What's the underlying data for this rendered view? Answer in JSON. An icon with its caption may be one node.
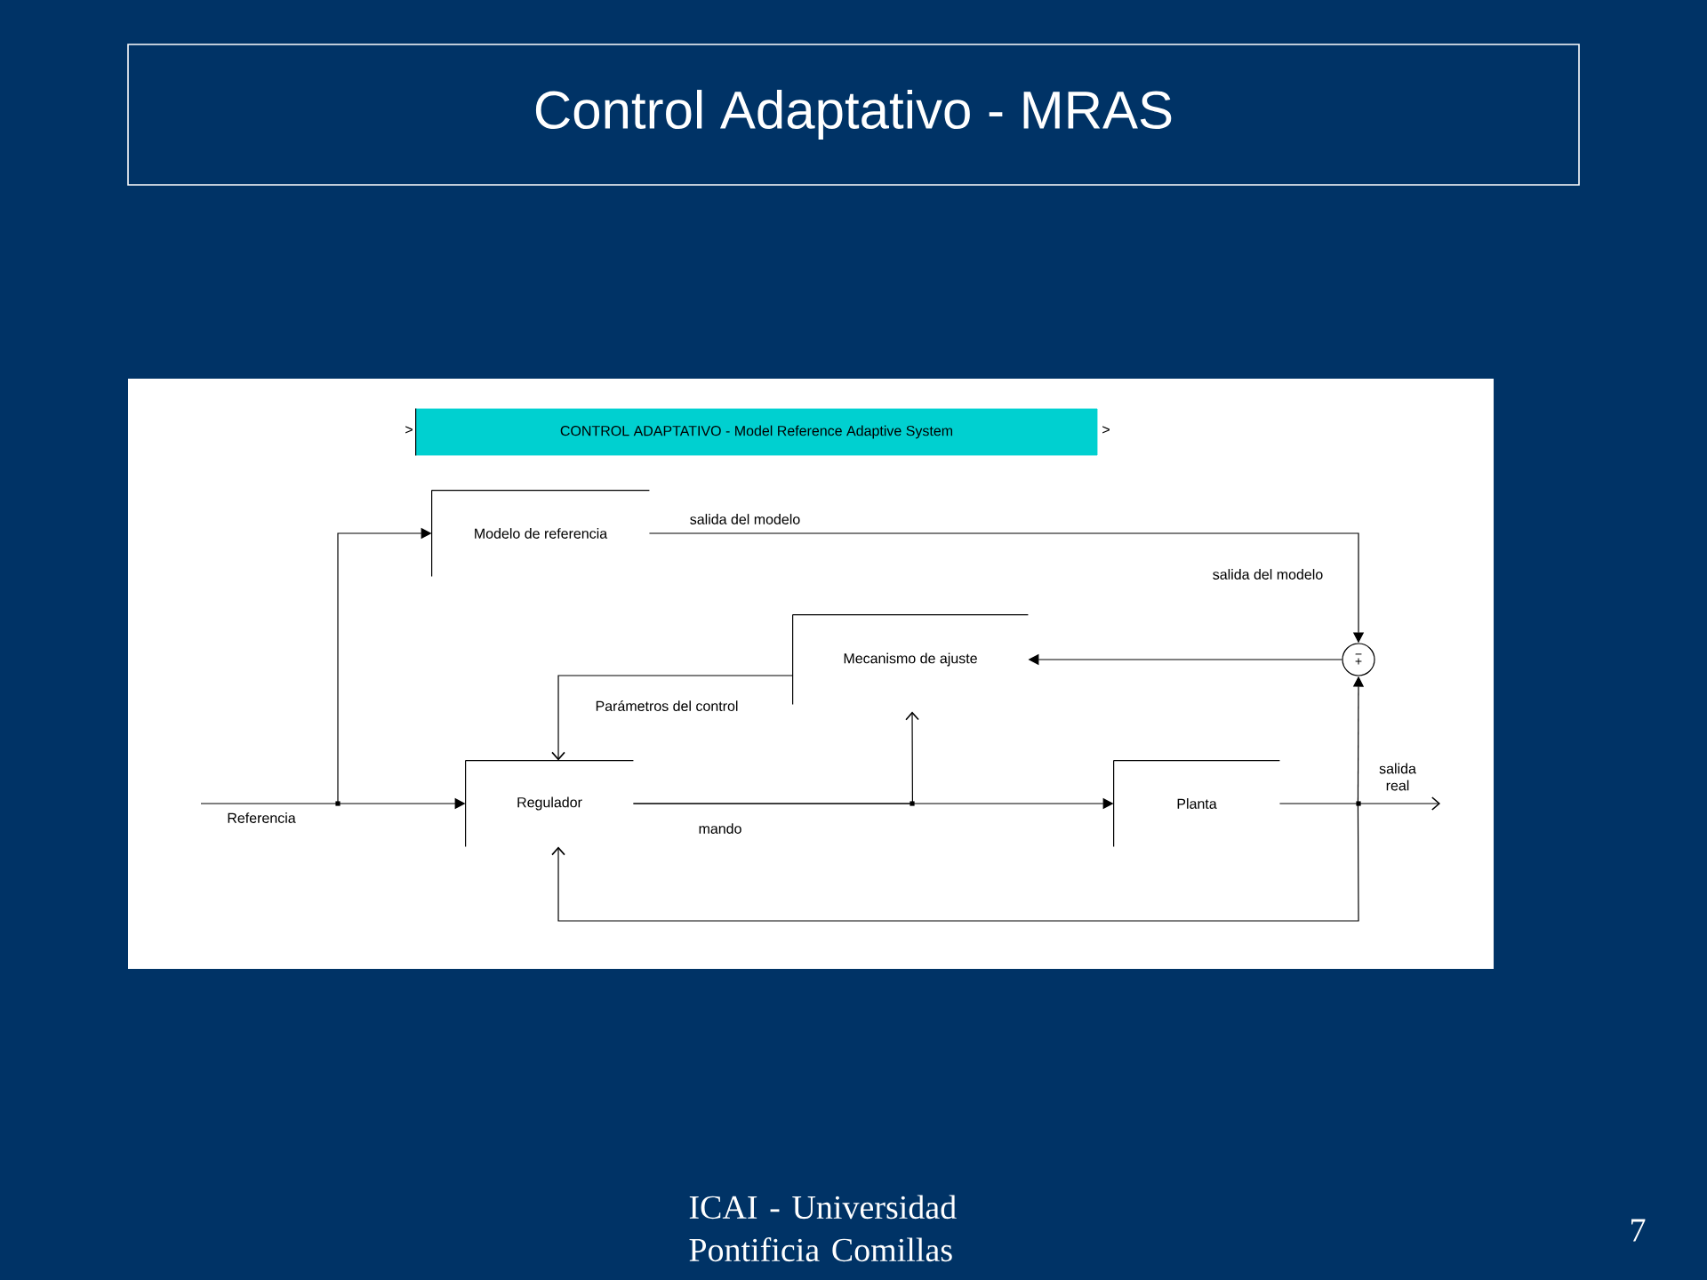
{
  "diagram": {
    "title": "Control Adaptativo - MRAS",
    "nodes": [
      {
        "text": [
          "CONTROL ADAPTATIVO -  Model Reference Adaptive System"
        ]
      },
      {
        "text": [
          "Modelo de referencia"
        ]
      },
      {
        "text": [
          "Mecanismo de ajuste"
        ]
      },
      {
        "text": [
          "Regulador"
        ]
      },
      {
        "text": [
          "Planta"
        ]
      },
      {
        "text": [
          "−",
          "+"
        ]
      }
    ],
    "edges": [
      {
        "from": null,
        "to": 3,
        "arrow": "to",
        "label": "Referencia"
      },
      {
        "from": null,
        "to": 1,
        "arrow": "to"
      },
      {
        "from": 1,
        "to": 5,
        "arrow": "to",
        "label": "salida del modelo"
      },
      {
        "from": 5,
        "to": 2,
        "arrow": "to"
      },
      {
        "from": 2,
        "to": 3,
        "arrow": "to",
        "label": "Parámetros del control"
      },
      {
        "from": 3,
        "to": 4,
        "arrow": "to",
        "label": "mando"
      },
      {
        "from": 3,
        "to": 2,
        "arrow": "to"
      },
      {
        "from": 4,
        "to": 5,
        "arrow": "to"
      },
      {
        "from": 4,
        "to": null,
        "arrow": "to",
        "label": "salida real"
      },
      {
        "from": 4,
        "to": 3,
        "arrow": "to"
      }
    ],
    "labels": [
      ">",
      ">",
      "salida del modelo",
      "ICAI - Universidad Pontificia Comillas",
      "7"
    ]
  }
}
